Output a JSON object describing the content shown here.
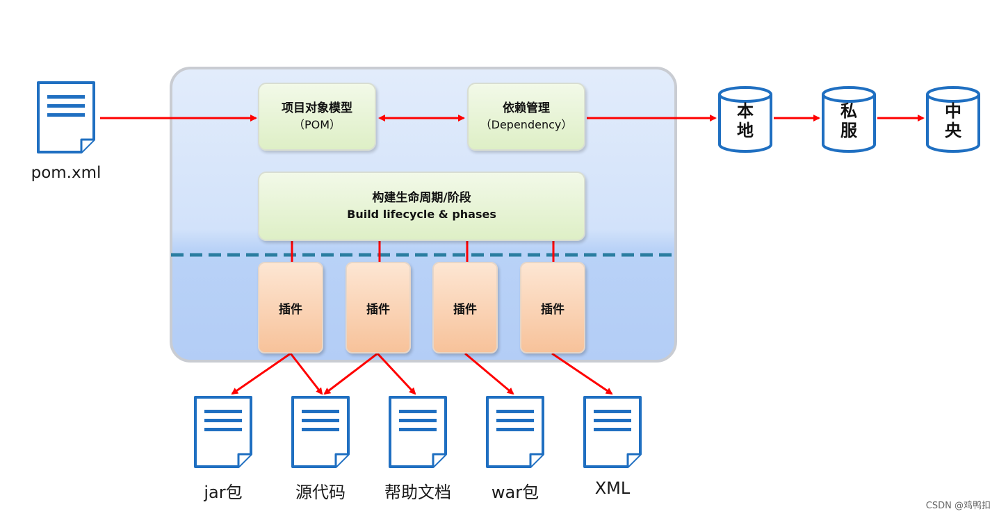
{
  "pom_file": {
    "label": "pom.xml",
    "icon": "document-icon"
  },
  "core": {
    "pom_model": {
      "title": "项目对象模型",
      "subtitle": "（POM）"
    },
    "dependency": {
      "title": "依赖管理",
      "subtitle": "（Dependency）"
    },
    "lifecycle": {
      "title": "构建生命周期/阶段",
      "subtitle": "Build lifecycle & phases"
    },
    "plugins": [
      {
        "label": "插件"
      },
      {
        "label": "插件"
      },
      {
        "label": "插件"
      },
      {
        "label": "插件"
      }
    ]
  },
  "repositories": [
    {
      "line1": "本",
      "line2": "地"
    },
    {
      "line1": "私",
      "line2": "服"
    },
    {
      "line1": "中",
      "line2": "央"
    }
  ],
  "outputs": [
    {
      "label": "jar包"
    },
    {
      "label": "源代码"
    },
    {
      "label": "帮助文档"
    },
    {
      "label": "war包"
    },
    {
      "label": "XML"
    }
  ],
  "credit": "CSDN @鸡鸭扣",
  "colors": {
    "arrow": "#ff0000",
    "doc_stroke": "#1f6fc1",
    "divider": "#2a7da0",
    "green_box": "#deefc6",
    "plugin_box": "#f7c29a",
    "container": "#d2e2fa"
  }
}
